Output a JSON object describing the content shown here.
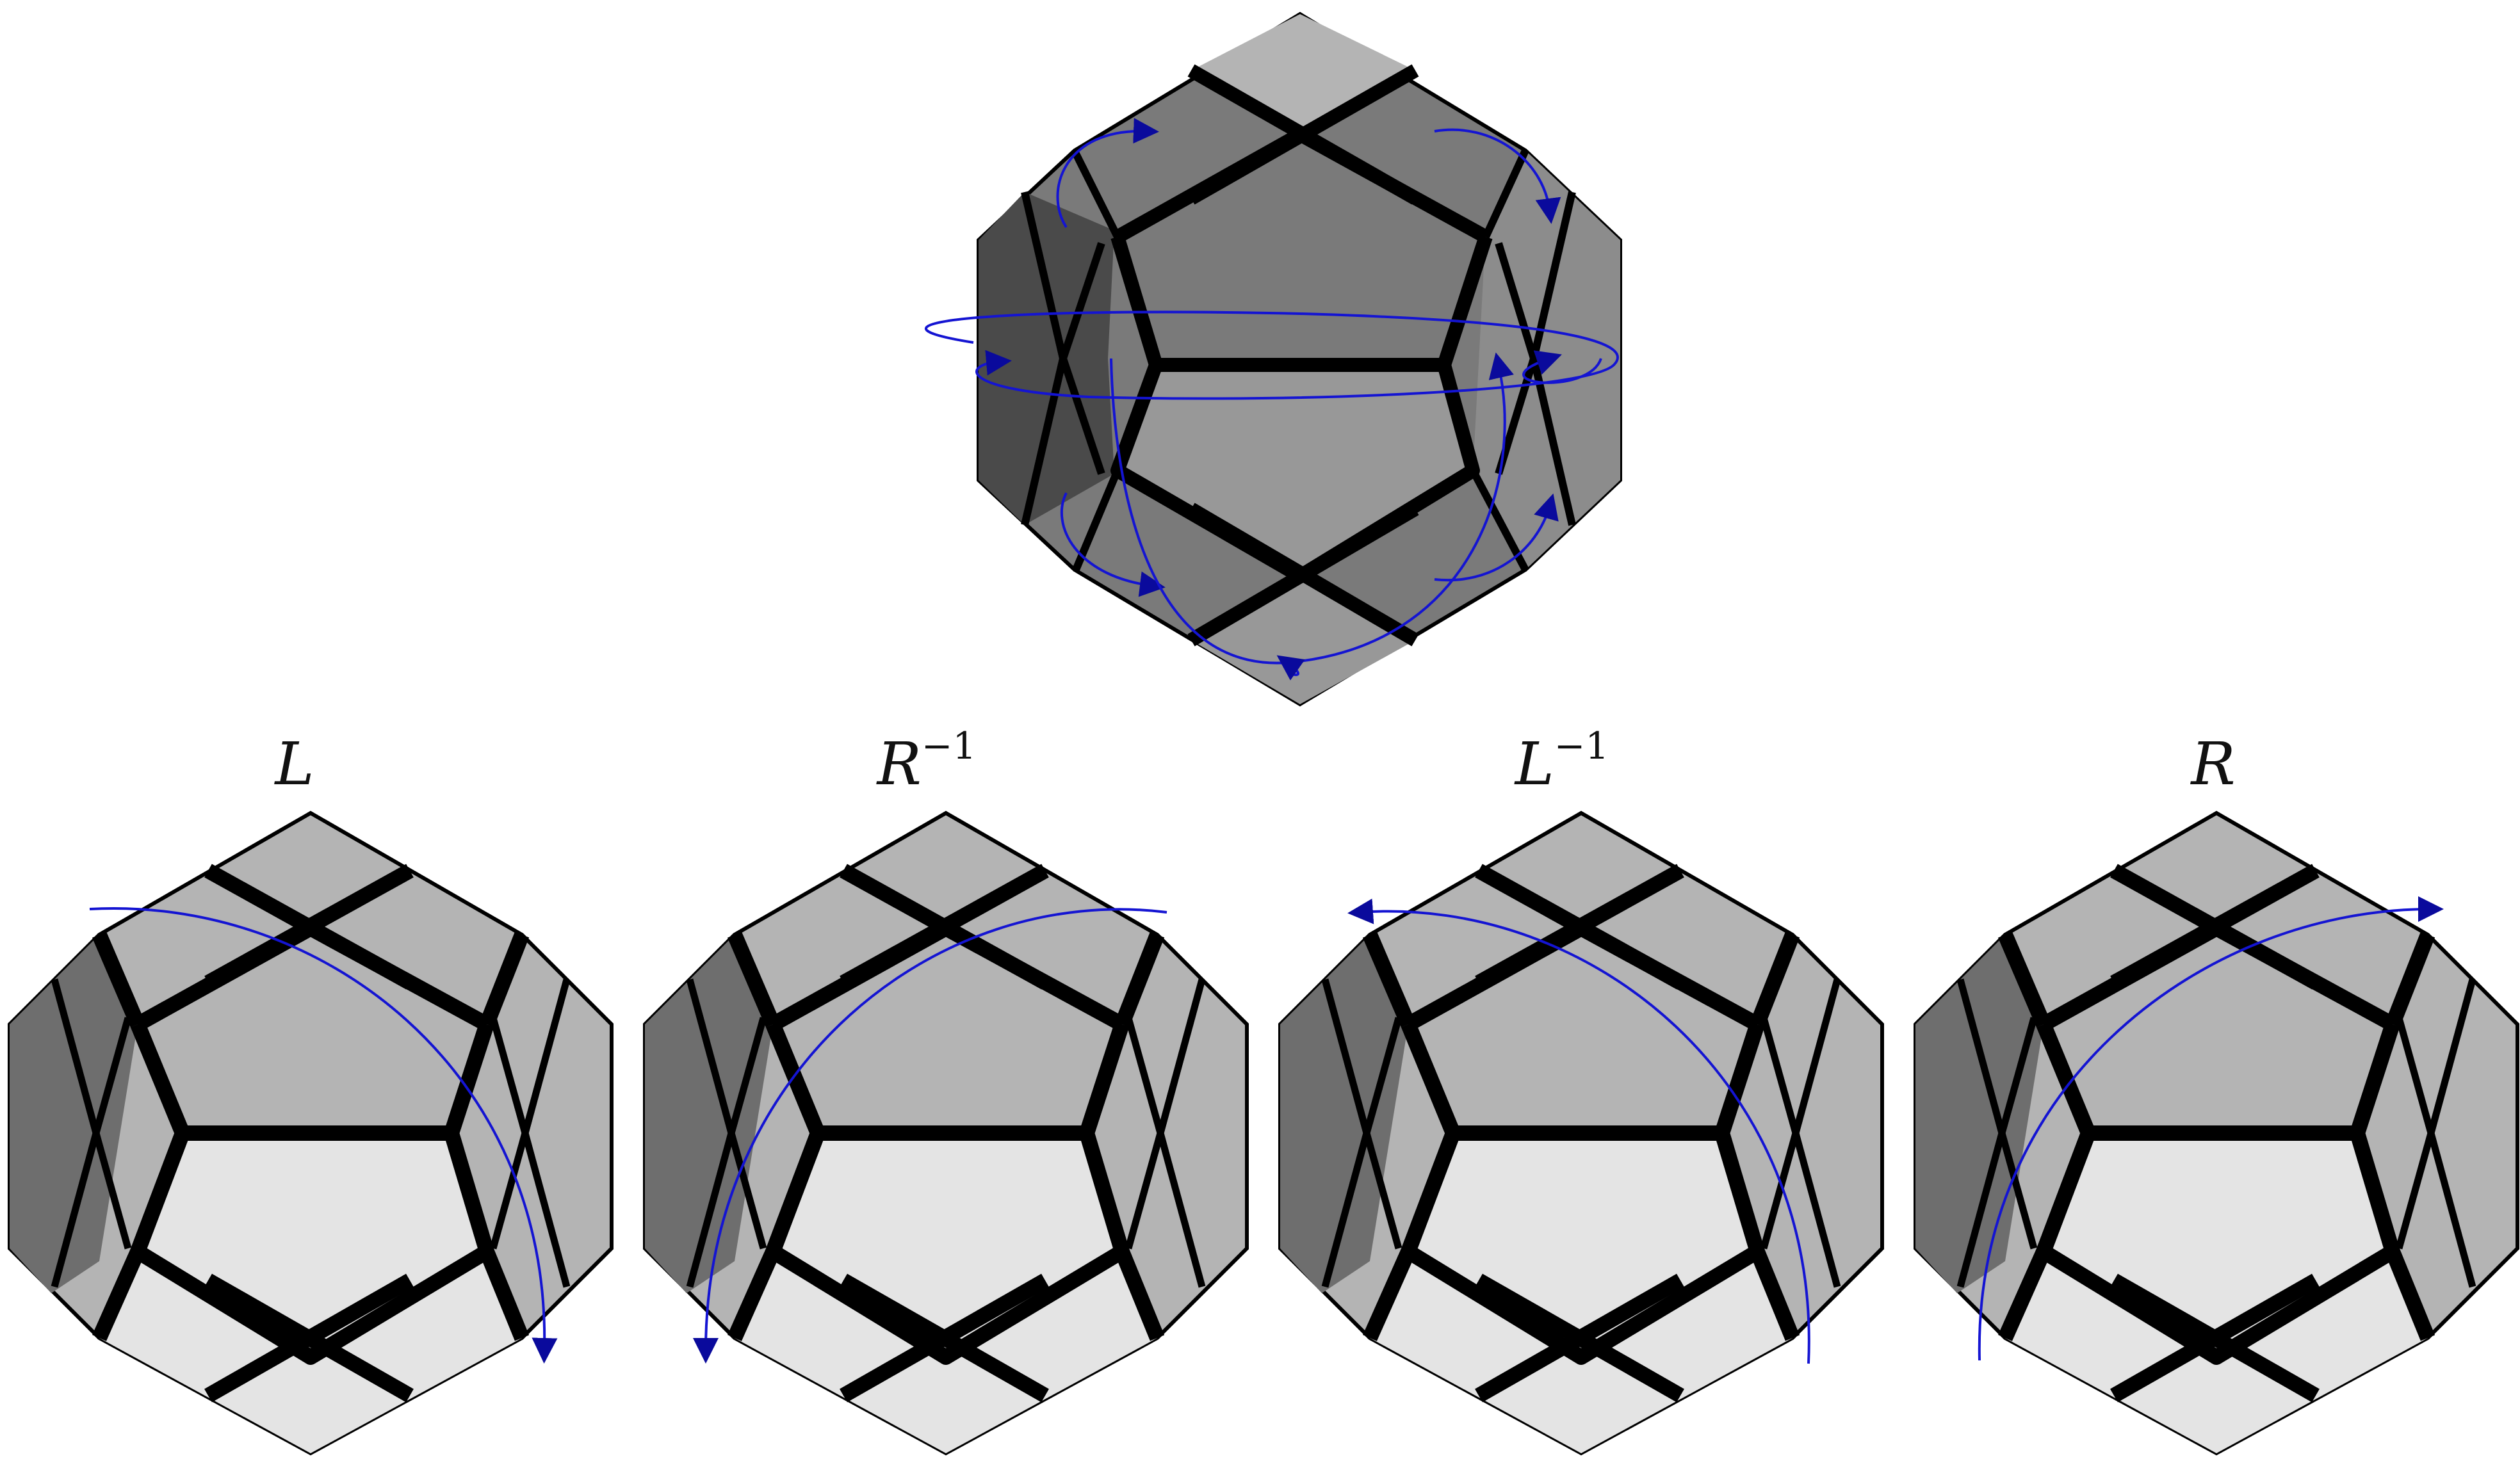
{
  "panels": [
    {
      "id": "overview",
      "label": "",
      "label_sup": ""
    },
    {
      "id": "move-1",
      "label": "L",
      "label_sup": ""
    },
    {
      "id": "move-2",
      "label": "R",
      "label_sup": "−1"
    },
    {
      "id": "move-3",
      "label": "L",
      "label_sup": "−1"
    },
    {
      "id": "move-4",
      "label": "R",
      "label_sup": ""
    }
  ],
  "colors": {
    "background": "#ffffff",
    "edge": "#000000",
    "arrow": "#1414d2",
    "arrow_head": "#0a0a9c",
    "face_top": "#b4b4b4",
    "face_dark_top_overview": "#7a7a7a",
    "face_dark": "#4a4a4a",
    "face_mid": "#6e6e6e",
    "face_light": "#e4e4e4",
    "face_mid_overview": "#989898"
  },
  "icons": [
    "rotation-arrow-icon"
  ]
}
